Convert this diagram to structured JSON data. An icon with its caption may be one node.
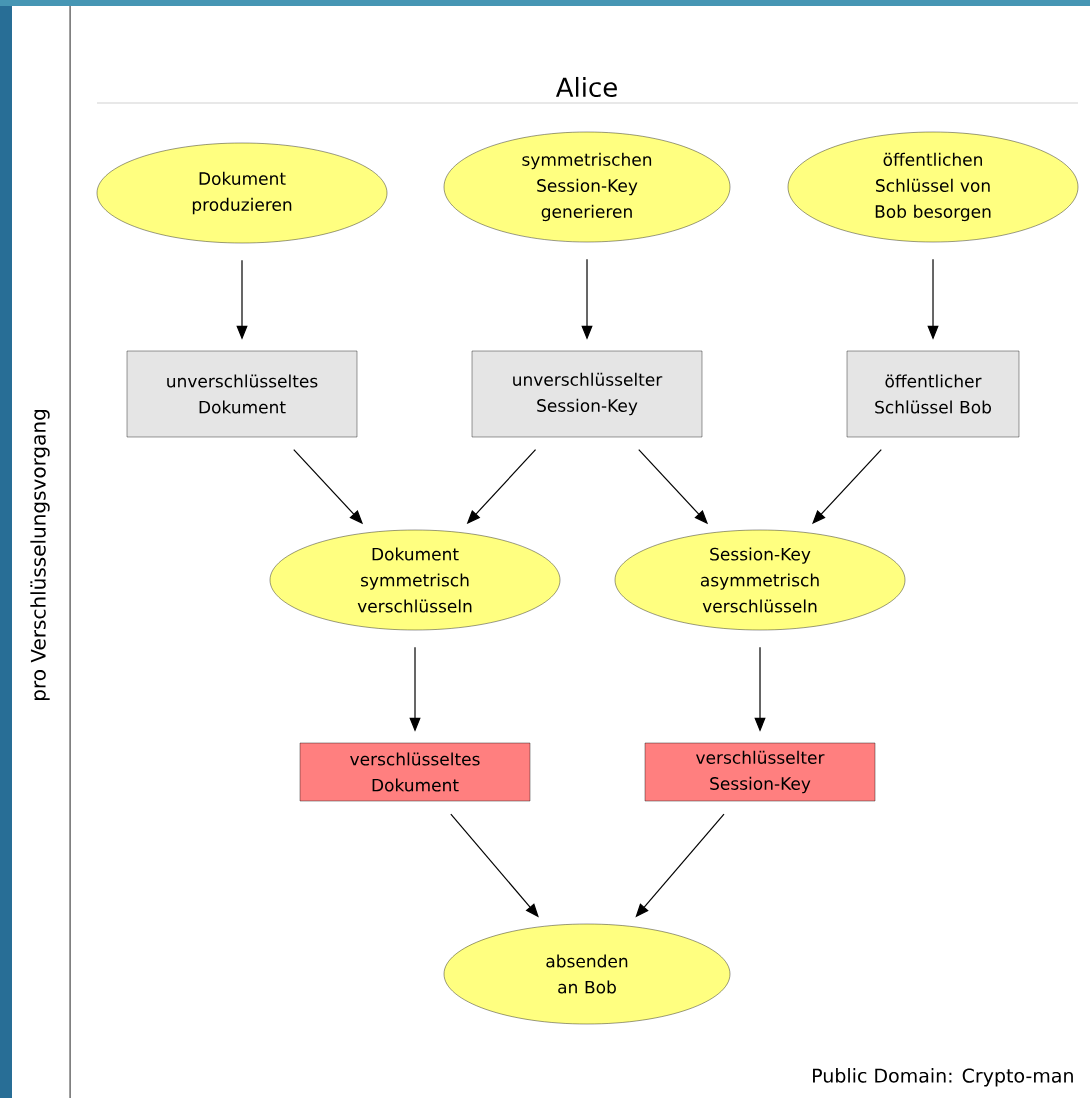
{
  "diagram": {
    "title": "Alice",
    "nodes": [
      {
        "text": [
          "Dokument produzieren"
        ]
      },
      {
        "text": [
          "symmetrischen Session-Key generieren"
        ]
      },
      {
        "text": [
          "öffentlichen Schlüssel von Bob besorgen"
        ]
      },
      {
        "text": [
          "unverschlüsseltes Dokument"
        ]
      },
      {
        "text": [
          "unverschlüsselter Session-Key"
        ]
      },
      {
        "text": [
          "öffentlicher Schlüssel Bob"
        ]
      },
      {
        "text": [
          "Dokument symmetrisch verschlüsseln"
        ]
      },
      {
        "text": [
          "Session-Key asymmetrisch verschlüsseln"
        ]
      },
      {
        "text": [
          "verschlüsseltes Dokument"
        ]
      },
      {
        "text": [
          "verschlüsselter Session-Key"
        ]
      },
      {
        "text": [
          "absenden an Bob"
        ]
      }
    ],
    "edges": [
      {
        "from": 0,
        "to": 3,
        "arrow": "to"
      },
      {
        "from": 1,
        "to": 4,
        "arrow": "to"
      },
      {
        "from": 2,
        "to": 5,
        "arrow": "to"
      },
      {
        "from": 3,
        "to": 6,
        "arrow": "to"
      },
      {
        "from": 4,
        "to": 6,
        "arrow": "to"
      },
      {
        "from": 4,
        "to": 7,
        "arrow": "to"
      },
      {
        "from": 5,
        "to": 7,
        "arrow": "to"
      },
      {
        "from": 6,
        "to": 8,
        "arrow": "to"
      },
      {
        "from": 7,
        "to": 9,
        "arrow": "to"
      },
      {
        "from": 8,
        "to": 10,
        "arrow": "to"
      },
      {
        "from": 9,
        "to": 10,
        "arrow": "to"
      }
    ],
    "labels": [
      "pro Verschlüsselungsvorgang",
      "Public Domain: Crypto-man"
    ]
  }
}
